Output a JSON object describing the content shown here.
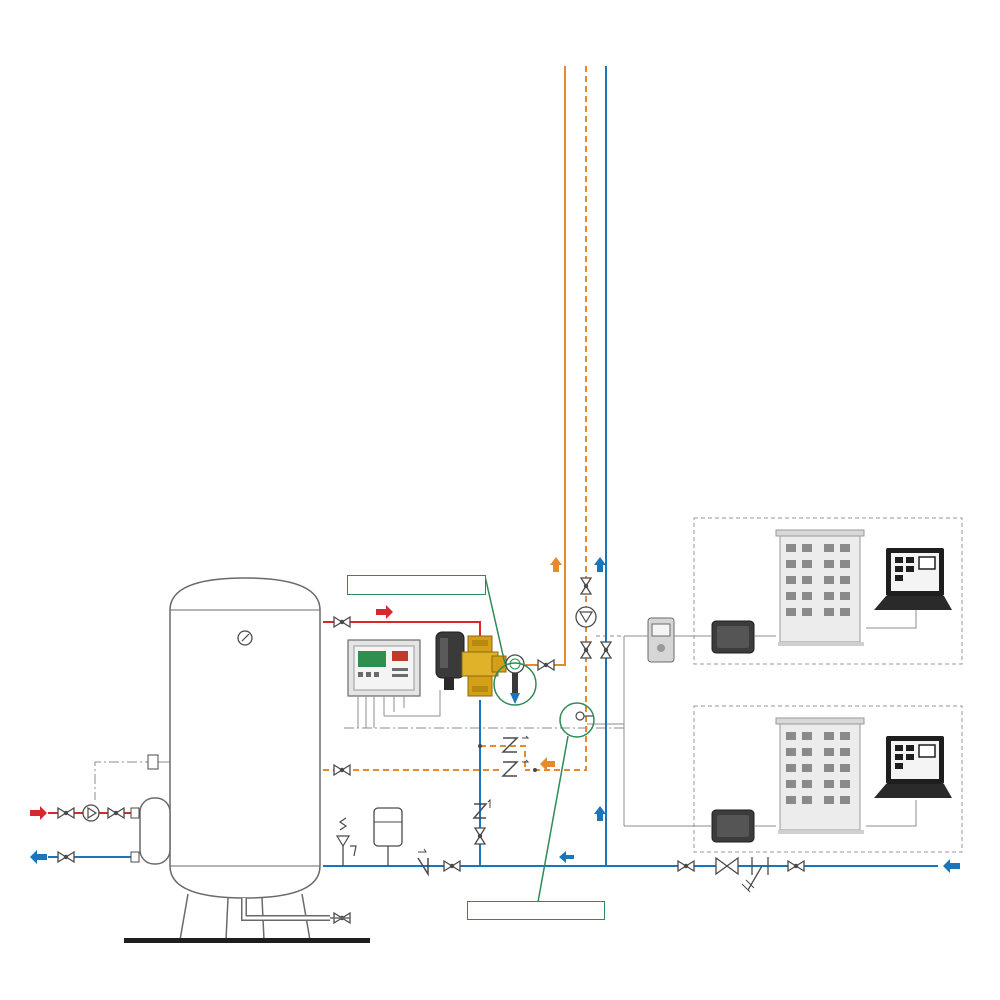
{
  "diagram": {
    "callouts": [
      {
        "id": "mixing-valve-callout",
        "text": ""
      },
      {
        "id": "temperature-sensor-callout",
        "text": ""
      }
    ],
    "colors": {
      "hot_supply": "#d9272e",
      "hot_recirculation": "#e8892b",
      "cold_water": "#1b75bb",
      "callout": "#2e8b57",
      "control_line": "#8c8c8c",
      "equipment": "#4a4a4a",
      "brass": "#d4a017"
    },
    "flow_arrows": [
      {
        "name": "hot-inlet-arrow",
        "direction": "right",
        "color": "hot_supply"
      },
      {
        "name": "hot-outlet-arrow",
        "direction": "right",
        "color": "hot_supply"
      },
      {
        "name": "cold-outlet-arrow",
        "direction": "left",
        "color": "cold_water"
      },
      {
        "name": "cold-main-arrow",
        "direction": "left",
        "color": "cold_water"
      },
      {
        "name": "recirc-return-arrow",
        "direction": "left",
        "color": "hot_recirculation"
      },
      {
        "name": "riser-hot-arrow",
        "direction": "up",
        "color": "hot_recirculation"
      },
      {
        "name": "riser-cold-arrow",
        "direction": "up",
        "color": "cold_water"
      }
    ],
    "icons": [
      "storage-tank-icon",
      "pressure-gauge-icon",
      "pump-icon",
      "ball-valve-icon",
      "check-valve-icon",
      "safety-valve-icon",
      "expansion-vessel-icon",
      "control-panel-icon",
      "actuator-icon",
      "mixing-valve-icon",
      "temperature-sensor-icon",
      "water-meter-icon",
      "data-logger-icon",
      "building-icon",
      "laptop-icon",
      "strainer-icon"
    ]
  }
}
